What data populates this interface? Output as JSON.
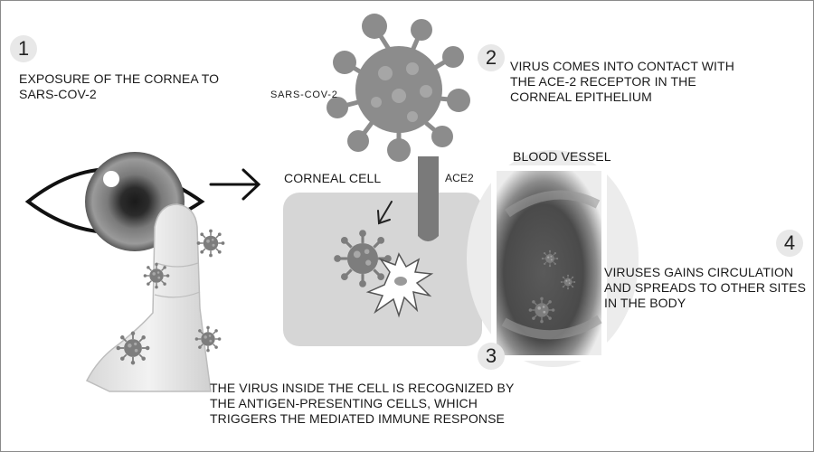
{
  "steps": [
    {
      "number": "1",
      "text": "EXPOSURE OF THE CORNEA TO\nSARS-COV-2"
    },
    {
      "number": "2",
      "text": "VIRUS COMES INTO CONTACT WITH\nTHE ACE-2 RECEPTOR IN THE\nCORNEAL EPITHELIUM"
    },
    {
      "number": "3",
      "text": "THE VIRUS INSIDE THE CELL IS RECOGNIZED BY\nTHE ANTIGEN-PRESENTING CELLS, WHICH\nTRIGGERS THE MEDIATED IMMUNE RESPONSE"
    },
    {
      "number": "4",
      "text": "VIRUSES GAINS CIRCULATION\nAND SPREADS TO OTHER SITES\nIN THE BODY"
    }
  ],
  "labels": {
    "virus": "SARS-COV-2",
    "corneal_cell": "CORNEAL CELL",
    "receptor": "ACE2",
    "blood_vessel": "BLOOD VESSEL"
  },
  "colors": {
    "virus": "#8c8c8c",
    "cell": "#d6d6d6",
    "receptor": "#7a7a7a",
    "vessel_outer": "#e4e4e4",
    "vessel_inner": "#444444"
  }
}
